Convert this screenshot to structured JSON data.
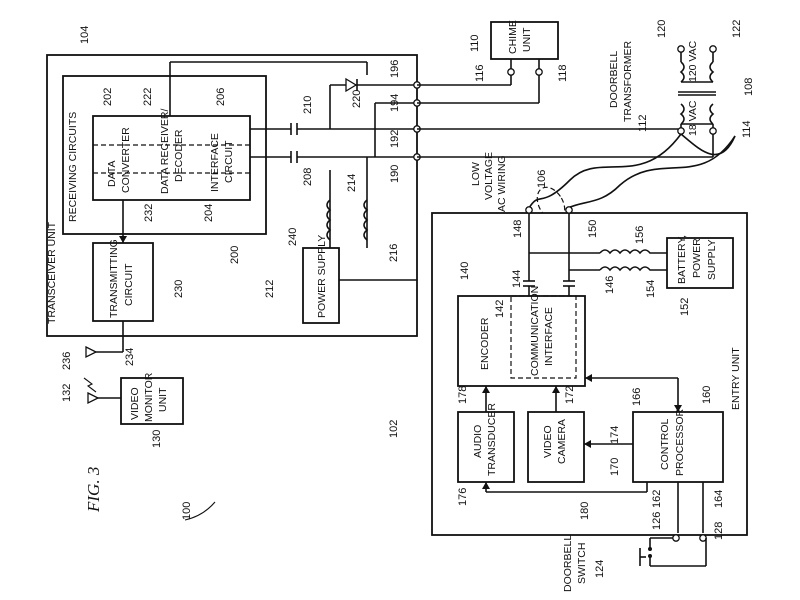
{
  "figure": {
    "title": "FIG. 3",
    "system_ref": "100"
  },
  "transceiver": {
    "label": "TRANSCEIVER UNIT",
    "ref": "104",
    "receiving": {
      "label": "RECEIVING CIRCUITS",
      "ref": "200",
      "data_converter": [
        "DATA",
        "CONVERTER"
      ],
      "data_converter_ref": "202",
      "receiver_decoder": [
        "DATA RECEIVER/",
        "DECODER"
      ],
      "receiver_decoder_ref": "204",
      "interface": [
        "INTERFACE",
        "CIRCUIT"
      ],
      "interface_ref": "206"
    },
    "transmitting": [
      "TRANSMITTING",
      "CIRCUIT"
    ],
    "transmitting_ref": "230",
    "power_supply": "POWER SUPPLY",
    "power_supply_ref": "212"
  },
  "entry": {
    "label": "ENTRY UNIT",
    "ref": "102",
    "encoder": "ENCODER",
    "encoder_ref": "142",
    "comm_interface": [
      "COMMUNICATION",
      "INTERFACE"
    ],
    "block_ref": "140",
    "audio": [
      "AUDIO",
      "TRANSDUCER"
    ],
    "audio_ref": "178",
    "camera": [
      "VIDEO",
      "CAMERA"
    ],
    "camera_ref": "172",
    "control": [
      "CONTROL",
      "PROCESSOR"
    ],
    "control_ref": "160",
    "battery": [
      "BATTERY,",
      "POWER",
      "SUPPLY"
    ],
    "battery_ref": "152"
  },
  "chime": {
    "label": [
      "CHIME",
      "UNIT"
    ],
    "ref": "110"
  },
  "video_monitor": {
    "label": [
      "VIDEO",
      "MONITOR",
      "UNIT"
    ],
    "ref": "130"
  },
  "transformer": {
    "label": [
      "DOORBELL",
      "TRANSFORMER"
    ],
    "primary": "120 VAC",
    "secondary": "18 VAC",
    "ref": "108"
  },
  "wiring": {
    "label": [
      "LOW",
      "VOLTAGE",
      "AC WIRING"
    ],
    "ref": "106"
  },
  "doorbell_switch": {
    "label": [
      "DOORBELL",
      "SWITCH"
    ],
    "ref": "124"
  },
  "refs": {
    "r112": "112",
    "r114": "114",
    "r116": "116",
    "r118": "118",
    "r120": "120",
    "r122": "122",
    "r126": "126",
    "r128": "128",
    "r132": "132",
    "r144": "144",
    "r146": "146",
    "r148": "148",
    "r150": "150",
    "r154": "154",
    "r156": "156",
    "r162": "162",
    "r164": "164",
    "r166": "166",
    "r170": "170",
    "r174": "174",
    "r176": "176",
    "r180": "180",
    "r190": "190",
    "r192": "192",
    "r194": "194",
    "r196": "196",
    "r208": "208",
    "r210": "210",
    "r214": "214",
    "r216": "216",
    "r220": "220",
    "r222": "222",
    "r232": "232",
    "r234": "234",
    "r236": "236",
    "r240": "240"
  }
}
